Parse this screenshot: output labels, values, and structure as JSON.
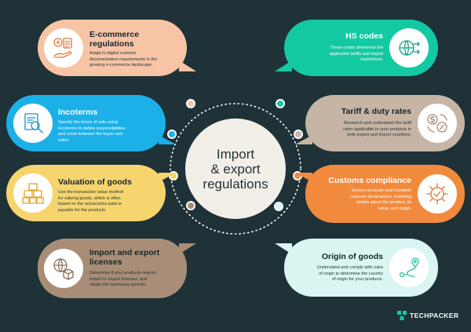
{
  "center": {
    "line1": "Import",
    "line2": "& export",
    "line3": "regulations"
  },
  "brand": {
    "name": "TECHPACKER"
  },
  "colors": {
    "background": "#1f3237",
    "peach": "#f7c4a6",
    "teal": "#13c9a3",
    "blue": "#1bb0e8",
    "taupe": "#c6b4a4",
    "yellow": "#f7d56e",
    "orange": "#f28a3e",
    "brown": "#a98d76",
    "mint": "#d9f6f2"
  },
  "left_cards": [
    {
      "title_line1": "E-commerce",
      "title_line2": "regulations",
      "icon": "ecommerce-document-hand-icon",
      "desc_lines": [
        "Adapt to digital customs",
        "documentation requirements in the",
        "growing e-commerce landscape."
      ]
    },
    {
      "title_line1": "Incoterms",
      "title_line2": "",
      "icon": "magnifier-document-icon",
      "desc_lines": [
        "Specify the terms of sale using",
        "incoterms to define responsibilities",
        "and costs between the buyer and",
        "seller."
      ]
    },
    {
      "title_line1": "Valuation of goods",
      "title_line2": "",
      "icon": "stacked-boxes-icon",
      "desc_lines": [
        "Use the transaction value method",
        "for valuing goods, which is often",
        "based on the actual price paid or",
        "payable for the products."
      ]
    },
    {
      "title_line1": "Import and export",
      "title_line2": "licenses",
      "icon": "globe-box-icon",
      "desc_lines": [
        "Determine if your products require",
        "import or export licenses, and",
        "obtain the necessary permits."
      ]
    }
  ],
  "right_cards": [
    {
      "title_line1": "HS codes",
      "icon": "globe-arrows-icon",
      "desc_lines": [
        "These codes determine the",
        "applicable tariffs and import",
        "restrictions."
      ]
    },
    {
      "title_line1": "Tariff & duty rates",
      "icon": "dollar-percent-exchange-icon",
      "desc_lines": [
        "Research and understand the tariff",
        "rates applicable to your products in",
        "both export and import countries."
      ]
    },
    {
      "title_line1": "Customs compliance",
      "icon": "gear-check-icon",
      "desc_lines": [
        "Ensure accurate and complete",
        "customs declarations, including",
        "details about the product, its",
        "value, and origin."
      ]
    },
    {
      "title_line1": "Origin of goods",
      "icon": "route-pin-icon",
      "desc_lines": [
        "Understand and comply with rules",
        "of origin to determine the country",
        "of origin for your products."
      ]
    }
  ]
}
